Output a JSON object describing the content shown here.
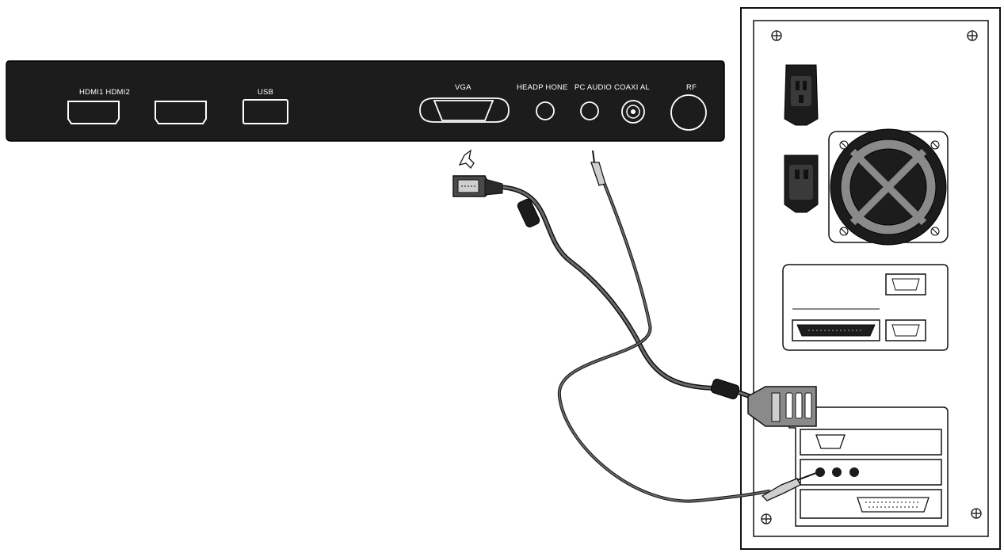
{
  "tv_panel": {
    "port_labels": {
      "hdmi": "HDMI1 HDMI2",
      "usb": "USB",
      "vga": "VGA",
      "headphone": "HEADP HONE",
      "pc_audio": "PC AUDIO",
      "coaxial": "COAXI AL",
      "rf": "RF"
    }
  },
  "colors": {
    "panel": "#1c1c1c",
    "cable": "#555555",
    "line": "#111111",
    "background": "#ffffff"
  },
  "icons": {
    "pc_fan": "fan-grille-icon",
    "screw": "screw-icon",
    "power_socket": "power-socket-icon",
    "plug_arrow": "insert-arrow-icon"
  }
}
